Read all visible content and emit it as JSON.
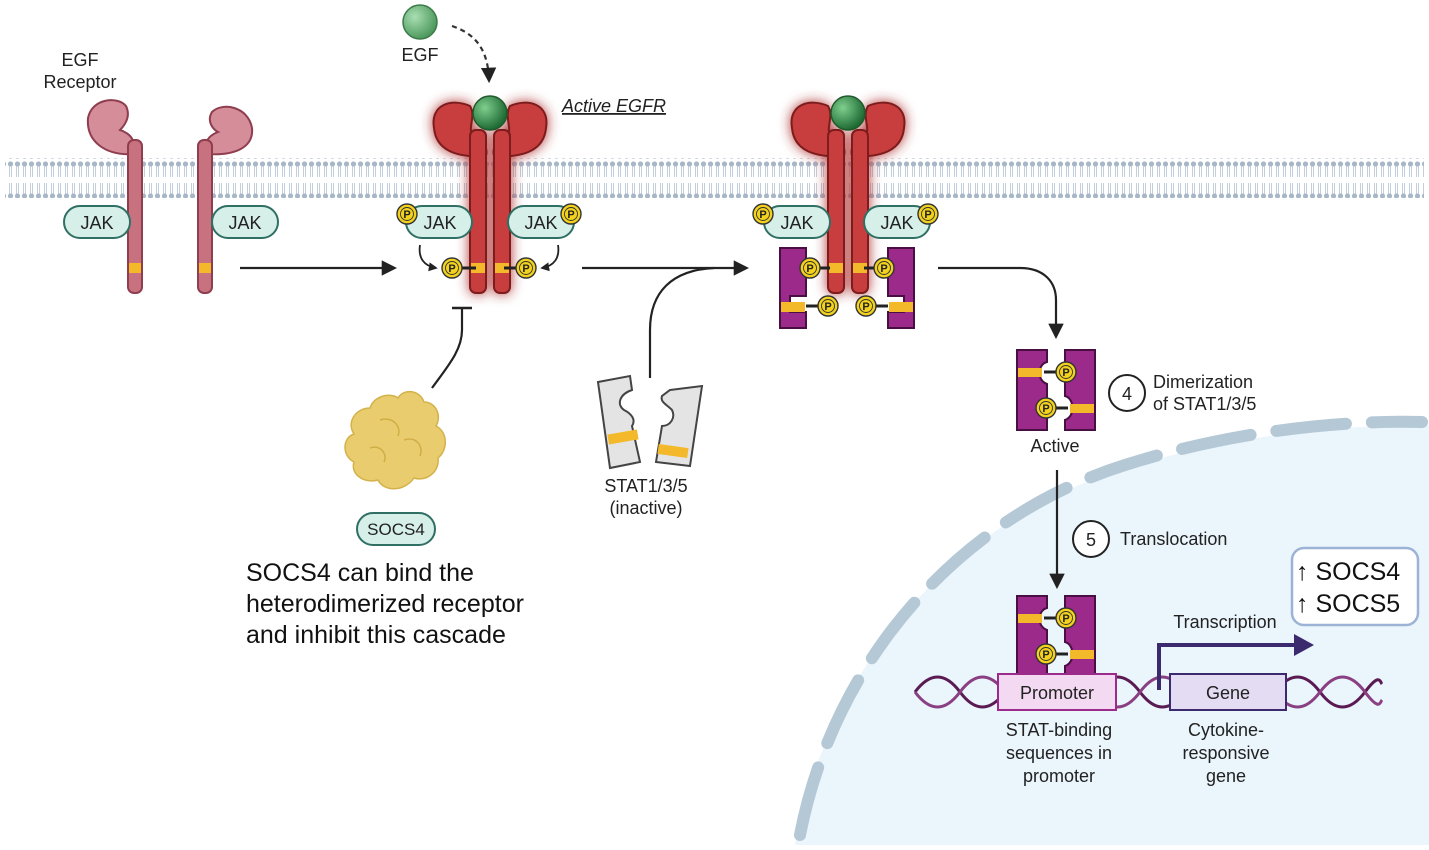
{
  "labels": {
    "egf_receptor_line1": "EGF",
    "egf_receptor_line2": "Receptor",
    "egf": "EGF",
    "active_egfr": "Active EGFR",
    "jak": "JAK",
    "phospho": "P",
    "stat_inactive_line1": "STAT1/3/5",
    "stat_inactive_line2": "(inactive)",
    "socs4": "SOCS4",
    "socs4_note_line1": "SOCS4 can bind the",
    "socs4_note_line2": "heterodimerized receptor",
    "socs4_note_line3": "and inhibit this cascade",
    "step4_number": "4",
    "step4_line1": "Dimerization",
    "step4_line2": "of STAT1/3/5",
    "active": "Active",
    "step5_number": "5",
    "step5_text": "Translocation",
    "transcription": "Transcription",
    "promoter": "Promoter",
    "gene": "Gene",
    "promoter_desc_line1": "STAT-binding",
    "promoter_desc_line2": "sequences in",
    "promoter_desc_line3": "promoter",
    "gene_desc_line1": "Cytokine-",
    "gene_desc_line2": "responsive",
    "gene_desc_line3": "gene",
    "output_line1": "↑ SOCS4",
    "output_line2": "↑ SOCS5"
  },
  "colors": {
    "receptor_inactive": "#c9727f",
    "receptor_active": "#c83c3c",
    "receptor_glow": "#ff4040",
    "egf_ligand": "#2e8b45",
    "jak_fill": "#d6efe9",
    "jak_stroke": "#2f6f64",
    "phospho": "#f3d21d",
    "stat_active": "#9b2a8a",
    "stat_inactive": "#e2e2e2",
    "stat_band": "#f4b92a",
    "socs4_protein": "#e8cc6e",
    "nucleus_fill": "#eaf5fc",
    "nucleus_envelope": "#b4c8d6",
    "membrane": "#9fb0c2",
    "dna": "#5a1a52",
    "promoter_fill": "#f3d9f1",
    "gene_fill": "#e4dcf3",
    "transcription_arrow": "#3c2a6e",
    "output_box_stroke": "#9db3d6"
  }
}
